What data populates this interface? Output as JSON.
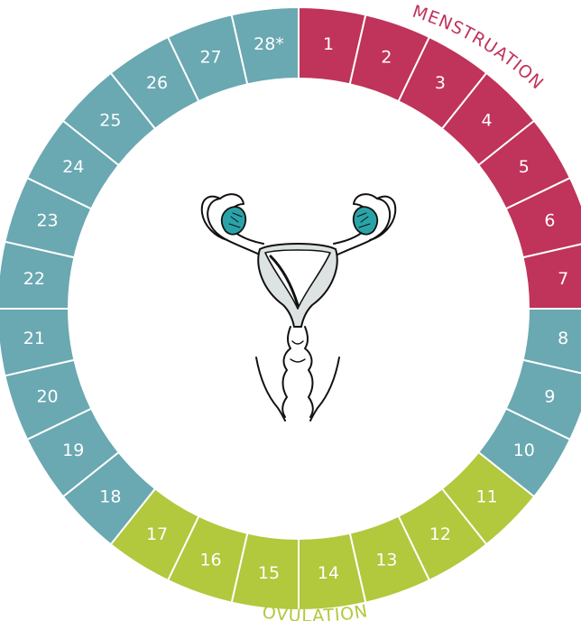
{
  "colors": {
    "menstruation": "#c0335a",
    "default": "#6aa8b2",
    "ovulation": "#b2c83d",
    "organ_fill": "#dde3e3",
    "ovary": "#2aa3a8",
    "line": "#111111"
  },
  "cycle": {
    "days": [
      {
        "label": "1",
        "phase": "menstruation"
      },
      {
        "label": "2",
        "phase": "menstruation"
      },
      {
        "label": "3",
        "phase": "menstruation"
      },
      {
        "label": "4",
        "phase": "menstruation"
      },
      {
        "label": "5",
        "phase": "menstruation"
      },
      {
        "label": "6",
        "phase": "menstruation"
      },
      {
        "label": "7",
        "phase": "menstruation"
      },
      {
        "label": "8",
        "phase": "default"
      },
      {
        "label": "9",
        "phase": "default"
      },
      {
        "label": "10",
        "phase": "default"
      },
      {
        "label": "11",
        "phase": "ovulation"
      },
      {
        "label": "12",
        "phase": "ovulation"
      },
      {
        "label": "13",
        "phase": "ovulation"
      },
      {
        "label": "14",
        "phase": "ovulation"
      },
      {
        "label": "15",
        "phase": "ovulation"
      },
      {
        "label": "16",
        "phase": "ovulation"
      },
      {
        "label": "17",
        "phase": "ovulation"
      },
      {
        "label": "18",
        "phase": "default"
      },
      {
        "label": "19",
        "phase": "default"
      },
      {
        "label": "20",
        "phase": "default"
      },
      {
        "label": "21",
        "phase": "default"
      },
      {
        "label": "22",
        "phase": "default"
      },
      {
        "label": "23",
        "phase": "default"
      },
      {
        "label": "24",
        "phase": "default"
      },
      {
        "label": "25",
        "phase": "default"
      },
      {
        "label": "26",
        "phase": "default"
      },
      {
        "label": "27",
        "phase": "default"
      },
      {
        "label": "28*",
        "phase": "default"
      }
    ]
  },
  "labels": {
    "menstruation": "MENSTRUATION",
    "ovulation": "OVULATION"
  },
  "illustration": {
    "icon": "uterus-icon"
  }
}
